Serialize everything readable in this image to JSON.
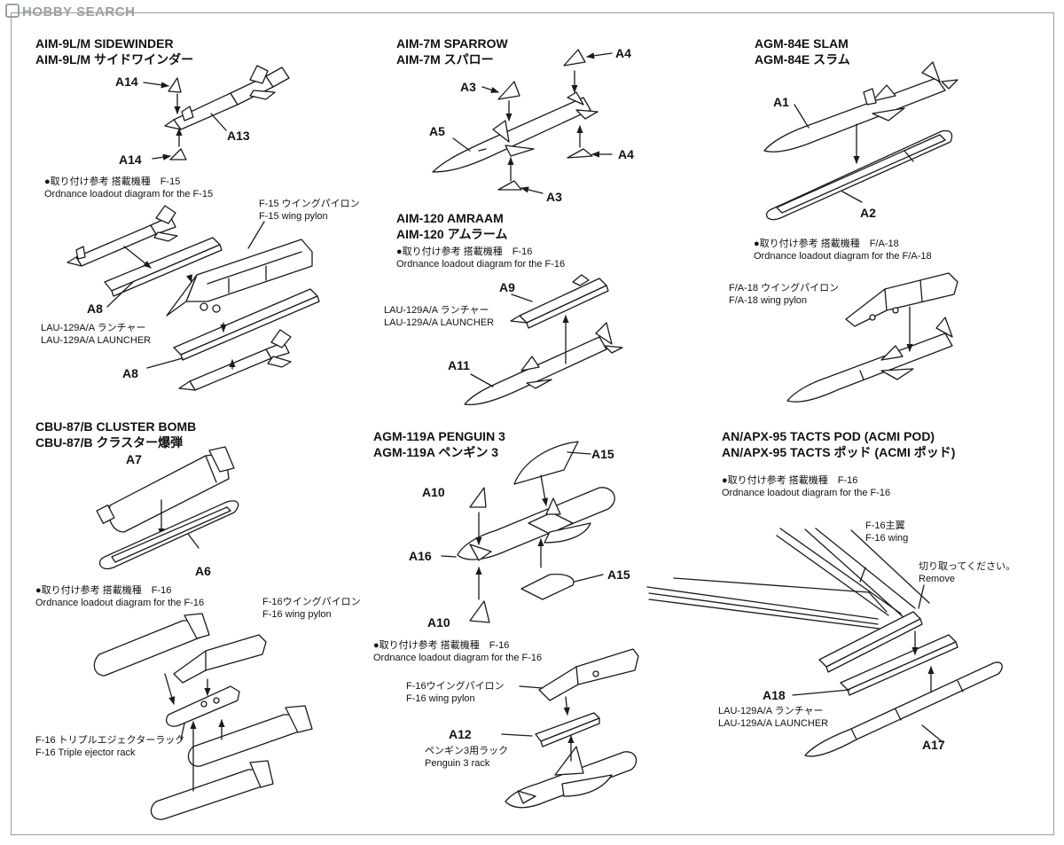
{
  "watermark": "HOBBY SEARCH",
  "sections": {
    "sidewinder": {
      "title_en": "AIM-9L/M SIDEWINDER",
      "title_jp": "AIM-9L/M サイドワインダー",
      "loadout_jp": "●取り付け参考 搭載機種　F-15",
      "loadout_en": "Ordnance loadout diagram for the F-15",
      "pylon_jp": "F-15 ウイングパイロン",
      "pylon_en": "F-15 wing pylon",
      "launcher_jp": "LAU-129A/A ランチャー",
      "launcher_en": "LAU-129A/A LAUNCHER",
      "parts": [
        "A14",
        "A13",
        "A14",
        "A8",
        "A8"
      ]
    },
    "sparrow": {
      "title_en": "AIM-7M SPARROW",
      "title_jp": "AIM-7M スパロー",
      "parts": [
        "A4",
        "A3",
        "A5",
        "A4",
        "A3"
      ]
    },
    "slam": {
      "title_en": "AGM-84E SLAM",
      "title_jp": "AGM-84E スラム",
      "loadout_jp": "●取り付け参考 搭載機種　F/A-18",
      "loadout_en": "Ordnance loadout diagram for the F/A-18",
      "pylon_jp": "F/A-18 ウイングパイロン",
      "pylon_en": "F/A-18  wing pylon",
      "parts": [
        "A1",
        "A2"
      ]
    },
    "amraam": {
      "title_en": "AIM-120 AMRAAM",
      "title_jp": "AIM-120 アムラーム",
      "loadout_jp": "●取り付け参考 搭載機種　F-16",
      "loadout_en": "Ordnance loadout diagram for the F-16",
      "launcher_jp": "LAU-129A/A ランチャー",
      "launcher_en": "LAU-129A/A LAUNCHER",
      "parts": [
        "A9",
        "A11"
      ]
    },
    "cbu": {
      "title_en": "CBU-87/B CLUSTER BOMB",
      "title_jp": "CBU-87/B クラスター爆弾",
      "loadout_jp": "●取り付け参考 搭載機種　F-16",
      "loadout_en": "Ordnance loadout diagram for the F-16",
      "pylon_jp": "F-16ウイングパイロン",
      "pylon_en": "F-16 wing pylon",
      "rack_jp": "F-16 トリプルエジェクターラック",
      "rack_en": "F-16 Triple ejector rack",
      "parts": [
        "A7",
        "A6"
      ]
    },
    "penguin": {
      "title_en": "AGM-119A PENGUIN 3",
      "title_jp": "AGM-119A ペンギン 3",
      "loadout_jp": "●取り付け参考 搭載機種　F-16",
      "loadout_en": "Ordnance loadout diagram for the F-16",
      "pylon_jp": "F-16ウイングパイロン",
      "pylon_en": "F-16 wing pylon",
      "rack_jp": "ペンギン3用ラック",
      "rack_en": "Penguin 3 rack",
      "parts": [
        "A15",
        "A10",
        "A16",
        "A15",
        "A10",
        "A12"
      ]
    },
    "tacts": {
      "title_en": "AN/APX-95 TACTS POD (ACMI POD)",
      "title_jp": "AN/APX-95 TACTS ポッド (ACMI ポッド)",
      "loadout_jp": "●取り付け参考 搭載機種　F-16",
      "loadout_en": "Ordnance loadout diagram for the F-16",
      "wing_jp": "F-16主翼",
      "wing_en": "F-16 wing",
      "remove_jp": "切り取ってください。",
      "remove_en": "Remove",
      "launcher_jp": "LAU-129A/A ランチャー",
      "launcher_en": "LAU-129A/A LAUNCHER",
      "parts": [
        "A18",
        "A17"
      ]
    }
  }
}
